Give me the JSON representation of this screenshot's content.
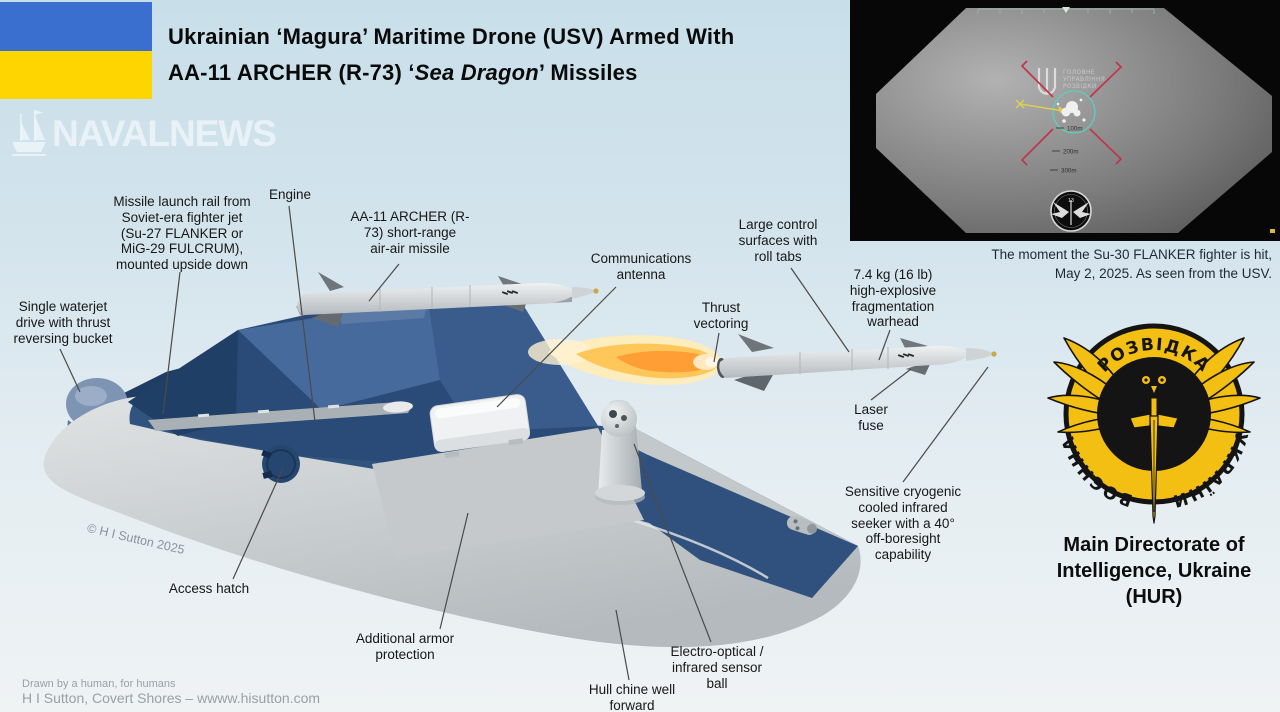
{
  "title": {
    "line1": "Ukrainian ‘Magura’ Maritime Drone (USV) Armed With",
    "line2_pre": "AA-11 ARCHER (R-73) ‘",
    "line2_italic": "Sea Dragon",
    "line2_post": "’ Missiles"
  },
  "watermark": {
    "text": "NAVALNEWS"
  },
  "copyright": "© H I Sutton 2025",
  "colors": {
    "flag_blue": "#3a6fd0",
    "flag_yellow": "#ffd500",
    "hur_yellow": "#f2bf12",
    "reticle_red": "#c23248",
    "reticle_teal": "#5ad2ba",
    "flame_orange": "#ff9e35",
    "hull_navy": "#2a4b77",
    "hull_gray": "#c6cacc"
  },
  "labels": [
    {
      "id": "missile-launch-rail",
      "text": "Missile launch rail from\nSoviet-era fighter jet\n(Su-27 FLANKER or\nMiG-29 FULCRUM),\nmounted upside down"
    },
    {
      "id": "engine",
      "text": "Engine"
    },
    {
      "id": "aa11-missile",
      "text": "AA-11 ARCHER (R-\n73) short-range\nair-air missile"
    },
    {
      "id": "communications-antenna",
      "text": "Communications\nantenna"
    },
    {
      "id": "large-control-surfaces",
      "text": "Large control\nsurfaces with\nroll tabs"
    },
    {
      "id": "thrust-vectoring",
      "text": "Thrust\nvectoring"
    },
    {
      "id": "warhead",
      "text": "7.4 kg (16 lb)\nhigh-explosive\nfragmentation\nwarhead"
    },
    {
      "id": "waterjet-drive",
      "text": "Single waterjet\ndrive with thrust\nreversing bucket"
    },
    {
      "id": "laser-fuse",
      "text": "Laser\nfuse"
    },
    {
      "id": "ir-seeker",
      "text": "Sensitive cryogenic\ncooled infrared\nseeker with a 40°\noff-boresight\ncapability"
    },
    {
      "id": "access-hatch",
      "text": "Access hatch"
    },
    {
      "id": "additional-armor",
      "text": "Additional armor\nprotection"
    },
    {
      "id": "hull-chine",
      "text": "Hull chine well\nforward"
    },
    {
      "id": "eo-ir-sensor-ball",
      "text": "Electro-optical /\ninfrared sensor\nball"
    }
  ],
  "screenshot": {
    "org_line1": "ГОЛОВНЕ",
    "org_line2": "УПРАВЛІННЯ",
    "org_line3": "РОЗВІДКИ",
    "range_100": "100m",
    "range_200": "200m",
    "range_300": "300m",
    "badge_number": "13",
    "caption_line1": "The moment the Su-30 FLANKER fighter is hit,",
    "caption_line2": "May 2, 2025. As seen from the USV."
  },
  "emblem": {
    "ring_top": "РОЗВІДКА",
    "ring_left": "ВОЄННА",
    "ring_right": "УКРАЇНИ",
    "caption": "Main Directorate of\nIntelligence, Ukraine\n(HUR)"
  },
  "credits": {
    "line1": "Drawn by a human, for humans",
    "line2": "H I Sutton, Covert Shores – wwww.hisutton.com"
  }
}
